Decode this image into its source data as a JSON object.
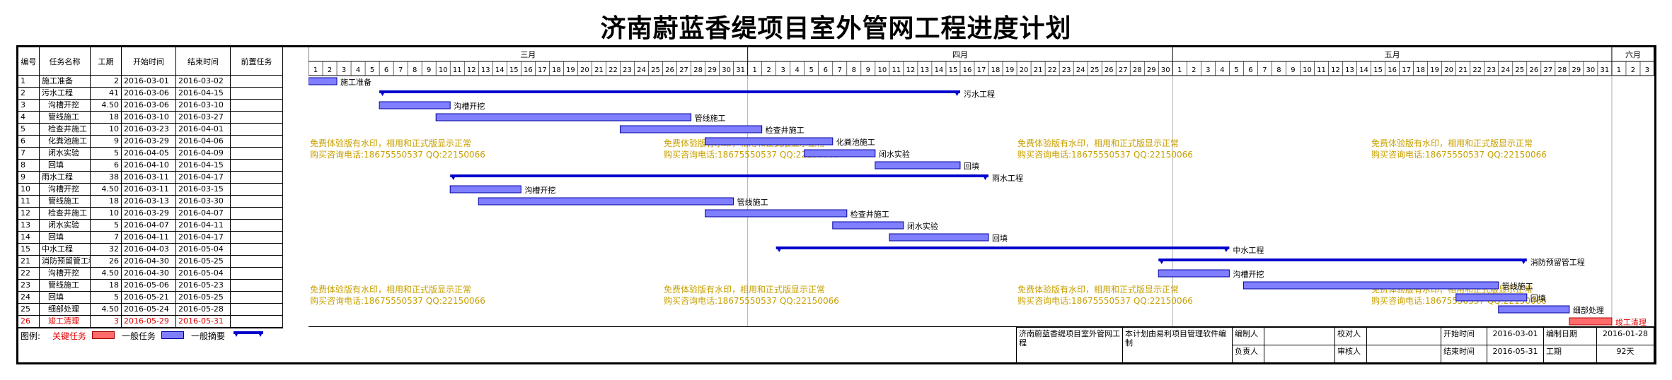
{
  "title": "济南蔚蓝香缇项目室外管网工程进度计划",
  "headers": {
    "id": "编号",
    "name": "任务名称",
    "duration": "工期",
    "start": "开始时间",
    "end": "结束时间",
    "pred": "前置任务"
  },
  "months": [
    {
      "label": "三月",
      "days": [
        "1",
        "2",
        "3",
        "4",
        "5",
        "6",
        "7",
        "8",
        "9",
        "10",
        "11",
        "12",
        "13",
        "14",
        "15",
        "16",
        "17",
        "18",
        "19",
        "20",
        "21",
        "22",
        "23",
        "24",
        "25",
        "26",
        "27",
        "28",
        "29",
        "30",
        "31"
      ]
    },
    {
      "label": "四月",
      "days": [
        "1",
        "2",
        "3",
        "4",
        "5",
        "6",
        "7",
        "8",
        "9",
        "10",
        "11",
        "12",
        "13",
        "14",
        "15",
        "16",
        "17",
        "18",
        "19",
        "20",
        "21",
        "22",
        "23",
        "24",
        "25",
        "26",
        "27",
        "28",
        "29",
        "30"
      ]
    },
    {
      "label": "五月",
      "days": [
        "1",
        "2",
        "3",
        "4",
        "5",
        "6",
        "7",
        "8",
        "9",
        "10",
        "11",
        "12",
        "13",
        "14",
        "15",
        "16",
        "17",
        "18",
        "19",
        "20",
        "21",
        "22",
        "23",
        "24",
        "25",
        "26",
        "27",
        "28",
        "29",
        "30",
        "31"
      ]
    },
    {
      "label": "六月",
      "days": [
        "1",
        "2",
        "3"
      ]
    }
  ],
  "tasks": [
    {
      "id": "1",
      "name": "施工准备",
      "duration": "2",
      "start": "2016-03-01",
      "end": "2016-03-02",
      "pred": "",
      "type": "normal",
      "s": 0,
      "e": 2,
      "label": "施工准备",
      "indent": false
    },
    {
      "id": "2",
      "name": "污水工程",
      "duration": "41",
      "start": "2016-03-06",
      "end": "2016-04-15",
      "pred": "",
      "type": "summary",
      "s": 5,
      "e": 46,
      "label": "污水工程",
      "indent": false
    },
    {
      "id": "3",
      "name": "沟槽开挖",
      "duration": "4.50",
      "start": "2016-03-06",
      "end": "2016-03-10",
      "pred": "",
      "type": "normal",
      "s": 5,
      "e": 10,
      "label": "沟槽开挖",
      "indent": true
    },
    {
      "id": "4",
      "name": "管线施工",
      "duration": "18",
      "start": "2016-03-10",
      "end": "2016-03-27",
      "pred": "",
      "type": "normal",
      "s": 9,
      "e": 27,
      "label": "管线施工",
      "indent": true
    },
    {
      "id": "5",
      "name": "检查井施工",
      "duration": "10",
      "start": "2016-03-23",
      "end": "2016-04-01",
      "pred": "",
      "type": "normal",
      "s": 22,
      "e": 32,
      "label": "检查井施工",
      "indent": true
    },
    {
      "id": "6",
      "name": "化粪池施工",
      "duration": "9",
      "start": "2016-03-29",
      "end": "2016-04-06",
      "pred": "",
      "type": "normal",
      "s": 28,
      "e": 37,
      "label": "化粪池施工",
      "indent": true
    },
    {
      "id": "7",
      "name": "闭水实验",
      "duration": "5",
      "start": "2016-04-05",
      "end": "2016-04-09",
      "pred": "",
      "type": "normal",
      "s": 35,
      "e": 40,
      "label": "闭水实验",
      "indent": true
    },
    {
      "id": "8",
      "name": "回填",
      "duration": "6",
      "start": "2016-04-10",
      "end": "2016-04-15",
      "pred": "",
      "type": "normal",
      "s": 40,
      "e": 46,
      "label": "回填",
      "indent": true
    },
    {
      "id": "9",
      "name": "雨水工程",
      "duration": "38",
      "start": "2016-03-11",
      "end": "2016-04-17",
      "pred": "",
      "type": "summary",
      "s": 10,
      "e": 48,
      "label": "雨水工程",
      "indent": false
    },
    {
      "id": "10",
      "name": "沟槽开挖",
      "duration": "4.50",
      "start": "2016-03-11",
      "end": "2016-03-15",
      "pred": "",
      "type": "normal",
      "s": 10,
      "e": 15,
      "label": "沟槽开挖",
      "indent": true
    },
    {
      "id": "11",
      "name": "管线施工",
      "duration": "18",
      "start": "2016-03-13",
      "end": "2016-03-30",
      "pred": "",
      "type": "normal",
      "s": 12,
      "e": 30,
      "label": "管线施工",
      "indent": true
    },
    {
      "id": "12",
      "name": "检查井施工",
      "duration": "10",
      "start": "2016-03-29",
      "end": "2016-04-07",
      "pred": "",
      "type": "normal",
      "s": 28,
      "e": 38,
      "label": "检查井施工",
      "indent": true
    },
    {
      "id": "13",
      "name": "闭水实验",
      "duration": "5",
      "start": "2016-04-07",
      "end": "2016-04-11",
      "pred": "",
      "type": "normal",
      "s": 37,
      "e": 42,
      "label": "闭水实验",
      "indent": true
    },
    {
      "id": "14",
      "name": "回填",
      "duration": "7",
      "start": "2016-04-11",
      "end": "2016-04-17",
      "pred": "",
      "type": "normal",
      "s": 41,
      "e": 48,
      "label": "回填",
      "indent": true
    },
    {
      "id": "15",
      "name": "中水工程",
      "duration": "32",
      "start": "2016-04-03",
      "end": "2016-05-04",
      "pred": "",
      "type": "summary",
      "s": 33,
      "e": 65,
      "label": "中水工程",
      "indent": false
    },
    {
      "id": "21",
      "name": "消防预留管工程",
      "duration": "26",
      "start": "2016-04-30",
      "end": "2016-05-25",
      "pred": "",
      "type": "summary",
      "s": 60,
      "e": 86,
      "label": "消防预留管工程",
      "indent": false
    },
    {
      "id": "22",
      "name": "沟槽开挖",
      "duration": "4.50",
      "start": "2016-04-30",
      "end": "2016-05-04",
      "pred": "",
      "type": "normal",
      "s": 60,
      "e": 65,
      "label": "沟槽开挖",
      "indent": true
    },
    {
      "id": "23",
      "name": "管线施工",
      "duration": "18",
      "start": "2016-05-06",
      "end": "2016-05-23",
      "pred": "",
      "type": "normal",
      "s": 66,
      "e": 84,
      "label": "管线施工",
      "indent": true
    },
    {
      "id": "24",
      "name": "回填",
      "duration": "5",
      "start": "2016-05-21",
      "end": "2016-05-25",
      "pred": "",
      "type": "normal",
      "s": 81,
      "e": 86,
      "label": "回填",
      "indent": true
    },
    {
      "id": "25",
      "name": "细部处理",
      "duration": "4.50",
      "start": "2016-05-24",
      "end": "2016-05-28",
      "pred": "",
      "type": "normal",
      "s": 84,
      "e": 89,
      "label": "细部处理",
      "indent": true
    },
    {
      "id": "26",
      "name": "竣工清理",
      "duration": "3",
      "start": "2016-05-29",
      "end": "2016-05-31",
      "pred": "",
      "type": "critical",
      "s": 89,
      "e": 92,
      "label": "竣工清理",
      "indent": true
    }
  ],
  "watermark": {
    "line1": "免费体验版有水印，相用和正式版显示正常",
    "line2": "购买咨询电话:18675550537 QQ:22150066"
  },
  "legend": {
    "label": "图例:",
    "critical": "关键任务",
    "normal": "一般任务",
    "summary": "一般摘要"
  },
  "info": {
    "project": "济南蔚蓝香缇项目室外管网工程",
    "software": "本计划由易利项目管理软件编制",
    "maker_label": "编制人",
    "checker_label": "校对人",
    "start_label": "开始时间",
    "start_value": "2016-03-01",
    "date_label": "编制日期",
    "date_value": "2016-01-28",
    "owner_label": "负责人",
    "reviewer_label": "审核人",
    "end_label": "结束时间",
    "end_value": "2016-05-31",
    "duration_label": "工期",
    "duration_value": "92天"
  },
  "colors": {
    "bar": "#7f7fff",
    "bar_border": "#0000a0",
    "summary": "#0000cc",
    "critical": "#ff6b6b",
    "critical_text": "#e00000",
    "watermark": "#c8a000",
    "grid": "#b0b0b0"
  }
}
